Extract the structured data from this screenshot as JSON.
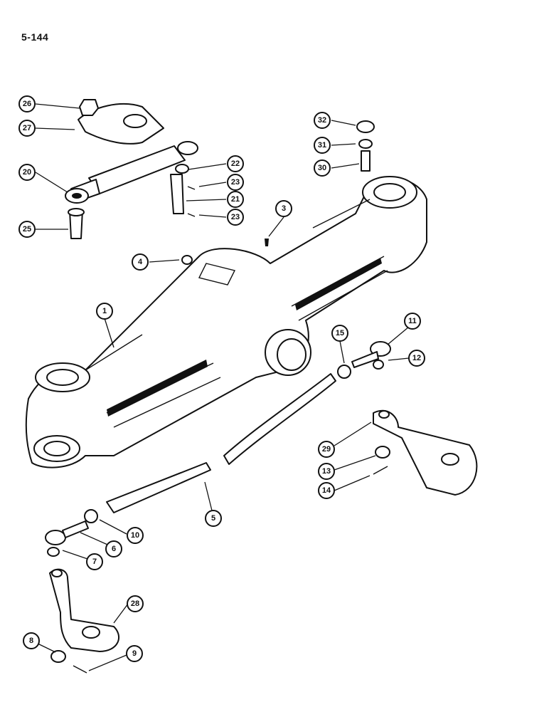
{
  "page_number": "5-144",
  "callouts": [
    {
      "id": "26",
      "label": "26"
    },
    {
      "id": "27",
      "label": "27"
    },
    {
      "id": "20",
      "label": "20"
    },
    {
      "id": "25",
      "label": "25"
    },
    {
      "id": "22",
      "label": "22"
    },
    {
      "id": "23a",
      "label": "23"
    },
    {
      "id": "21",
      "label": "21"
    },
    {
      "id": "23b",
      "label": "23"
    },
    {
      "id": "3",
      "label": "3"
    },
    {
      "id": "32",
      "label": "32"
    },
    {
      "id": "31",
      "label": "31"
    },
    {
      "id": "30",
      "label": "30"
    },
    {
      "id": "4",
      "label": "4"
    },
    {
      "id": "1",
      "label": "1"
    },
    {
      "id": "15",
      "label": "15"
    },
    {
      "id": "11",
      "label": "11"
    },
    {
      "id": "12",
      "label": "12"
    },
    {
      "id": "29",
      "label": "29"
    },
    {
      "id": "13",
      "label": "13"
    },
    {
      "id": "14",
      "label": "14"
    },
    {
      "id": "5",
      "label": "5"
    },
    {
      "id": "10",
      "label": "10"
    },
    {
      "id": "6",
      "label": "6"
    },
    {
      "id": "7",
      "label": "7"
    },
    {
      "id": "28",
      "label": "28"
    },
    {
      "id": "8",
      "label": "8"
    },
    {
      "id": "9",
      "label": "9"
    }
  ]
}
